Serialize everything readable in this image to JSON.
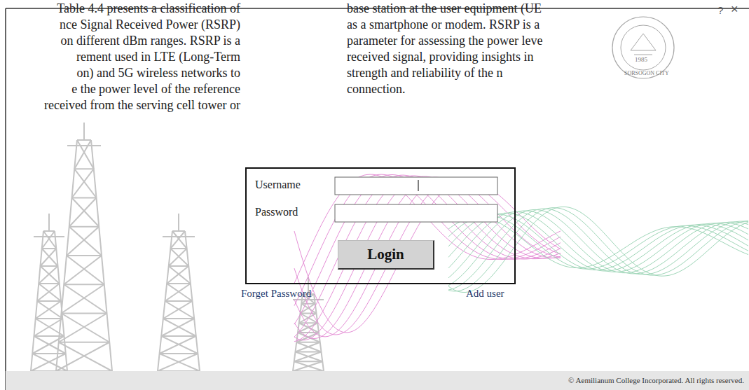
{
  "diagram": {
    "nodes": [
      {
        "text": [
          "Username",
          "Password"
        ]
      },
      {
        "text": [
          "Login"
        ],
        "in": 0
      }
    ],
    "labels": [
      "Table 4.4 presents a classification of",
      "nce Signal Received Power (RSRP)",
      "on different dBm ranges. RSRP is a",
      "rement used in LTE (Long-Term",
      "on) and 5G wireless networks to",
      "e the power level of the reference",
      "received from the serving cell tower or",
      "base station at the user equipment (UE",
      "as a smartphone or modem. RSRP is a",
      "parameter for assessing the power leve",
      "received signal, providing insights in",
      "strength and reliability of the n",
      "connection.",
      "?",
      "×",
      "1985",
      "SORSOGON CITY",
      "Forget Password",
      "Add user",
      "© Aemilianum College Incorporated. All rights reserved."
    ]
  }
}
